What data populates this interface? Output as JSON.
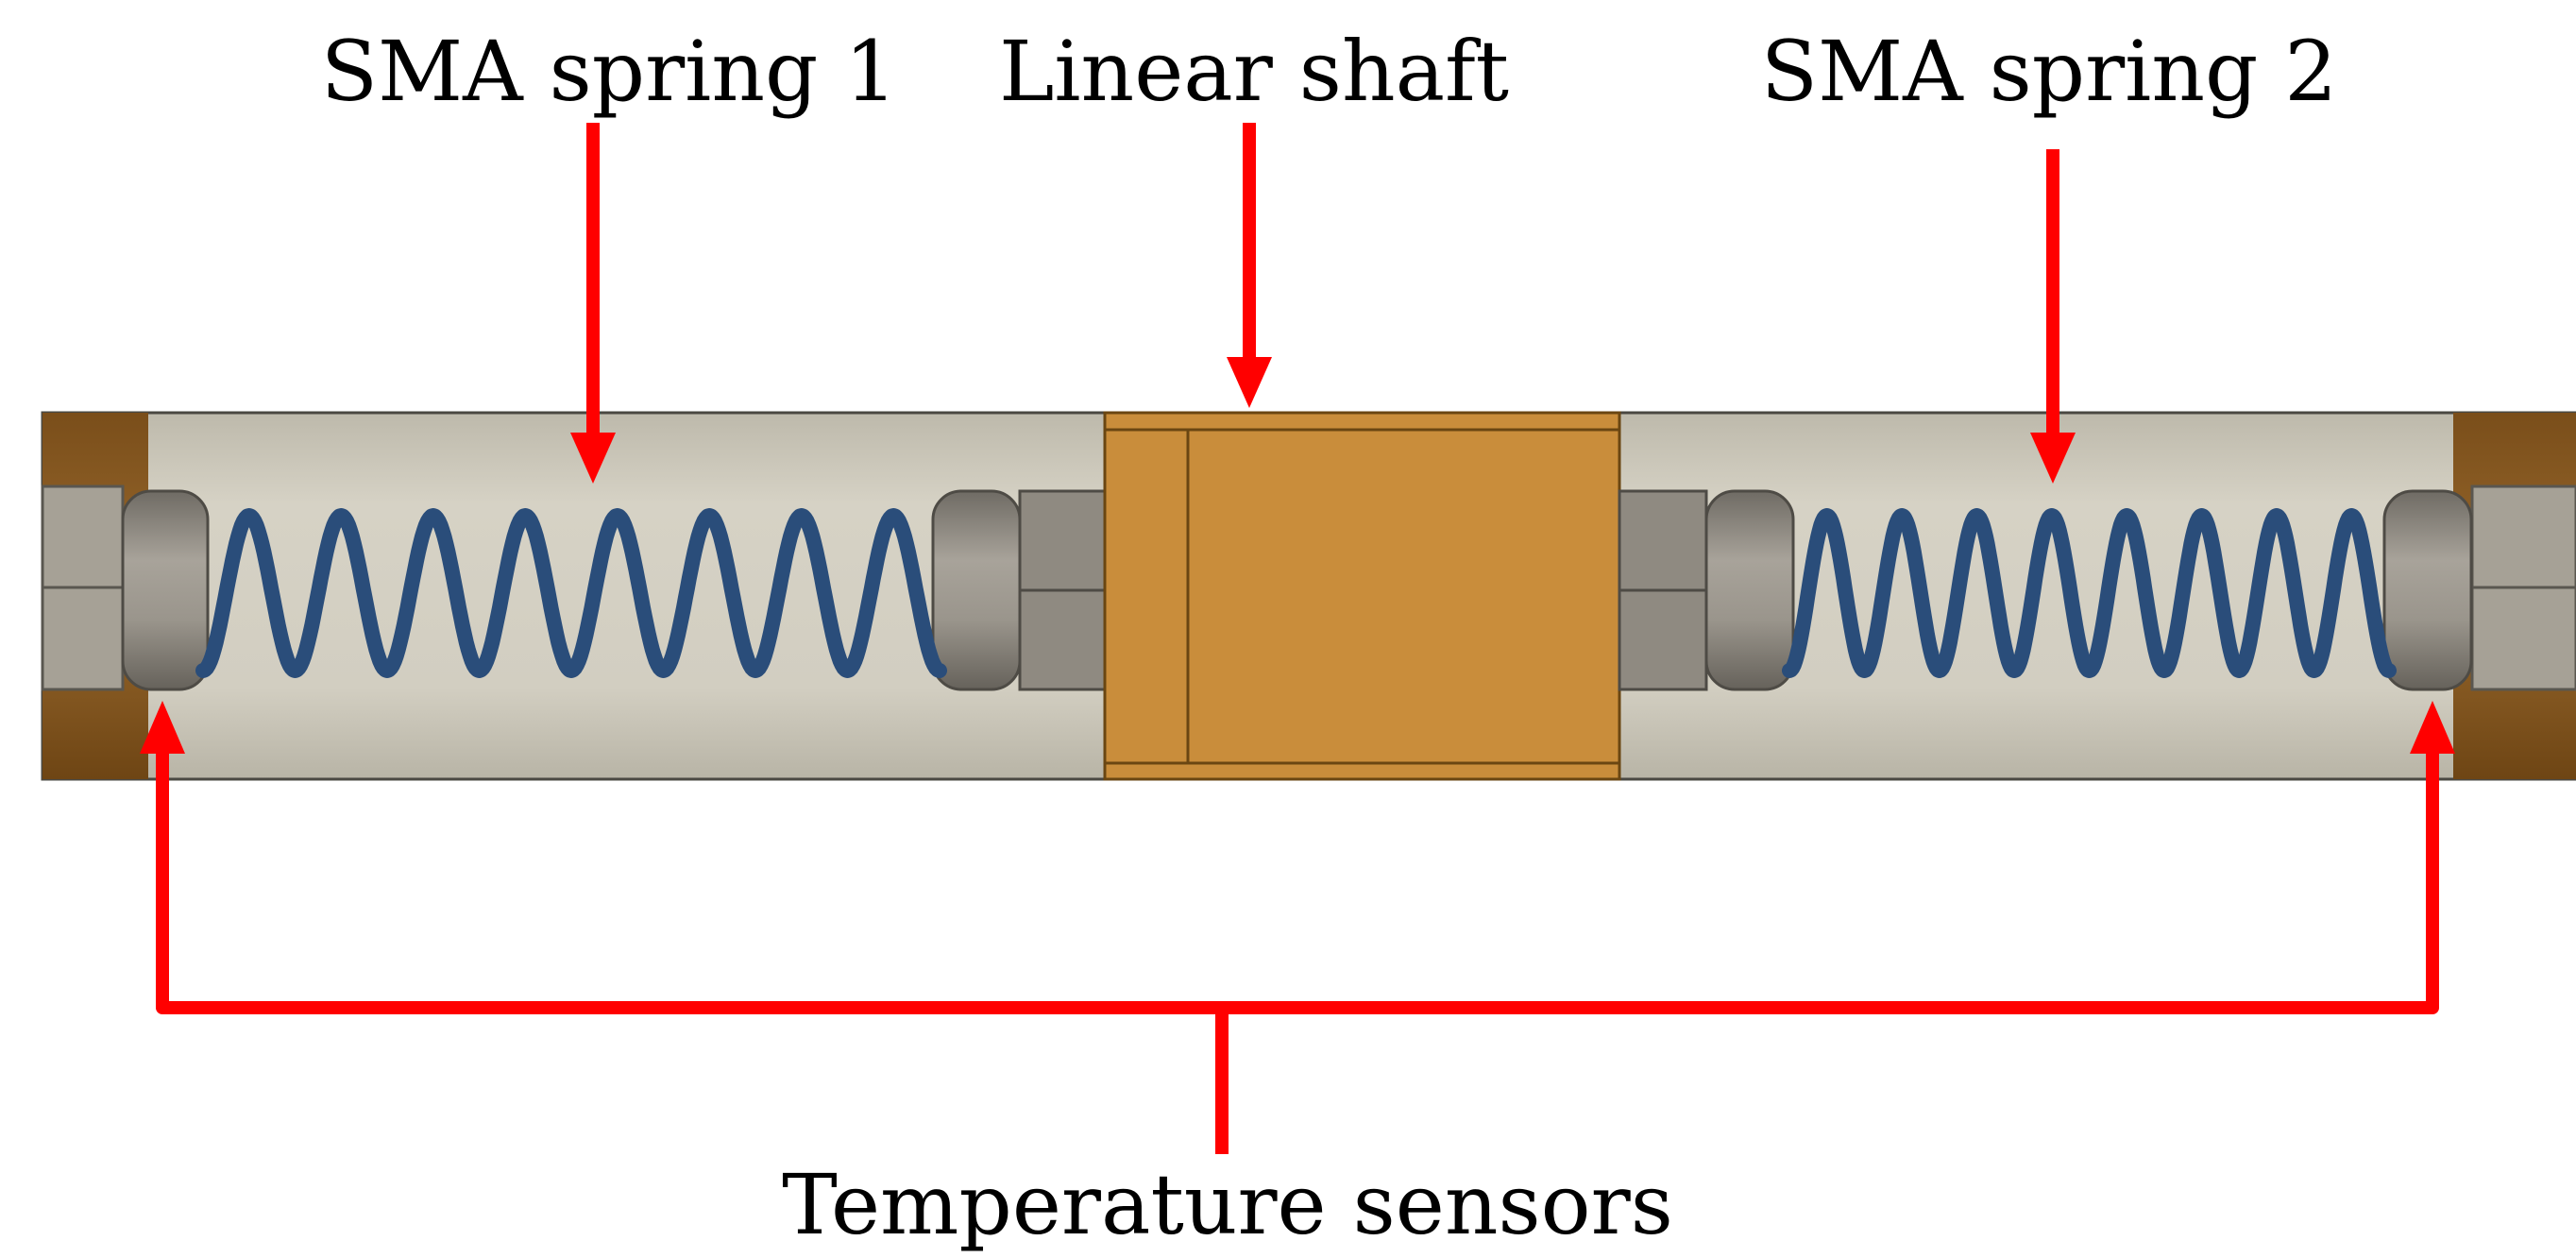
{
  "labels": {
    "spring1": "SMA spring 1",
    "shaft": "Linear shaft",
    "spring2": "SMA spring 2",
    "sensors": "Temperature sensors"
  },
  "colors": {
    "arrow": "#ff0000",
    "housing": "#cfcbbd",
    "shaft_block": "#c98d3b",
    "end_cap": "#8a5a22",
    "spring": "#2a4d7a",
    "fitting": "#8d8880"
  },
  "components": [
    {
      "name": "SMA spring 1",
      "type": "spring"
    },
    {
      "name": "Linear shaft",
      "type": "shaft"
    },
    {
      "name": "SMA spring 2",
      "type": "spring"
    },
    {
      "name": "Temperature sensors",
      "type": "sensor",
      "count": 2
    }
  ]
}
